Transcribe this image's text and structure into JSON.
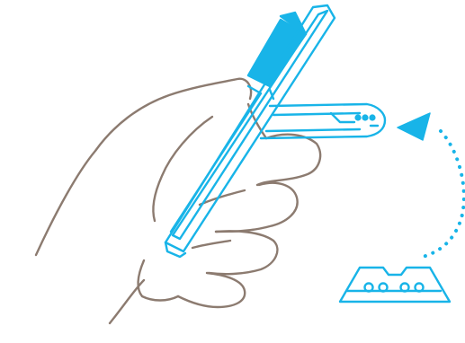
{
  "illustration": {
    "colors": {
      "background": "#ffffff",
      "hand_outline": "#8c7b70",
      "cutter_outline": "#18b4e8",
      "grip_fill": "#18b4e8",
      "arrow": "#18b4e8"
    },
    "parts": [
      {
        "name": "hand",
        "icon": "hand-outline"
      },
      {
        "name": "utility-knife",
        "icon": "box-cutter"
      },
      {
        "name": "blade-holder",
        "icon": "blade-carrier"
      },
      {
        "name": "insert-arrow",
        "icon": "dotted-curved-arrow"
      },
      {
        "name": "replacement-blade",
        "icon": "trapezoid-blade"
      }
    ]
  }
}
